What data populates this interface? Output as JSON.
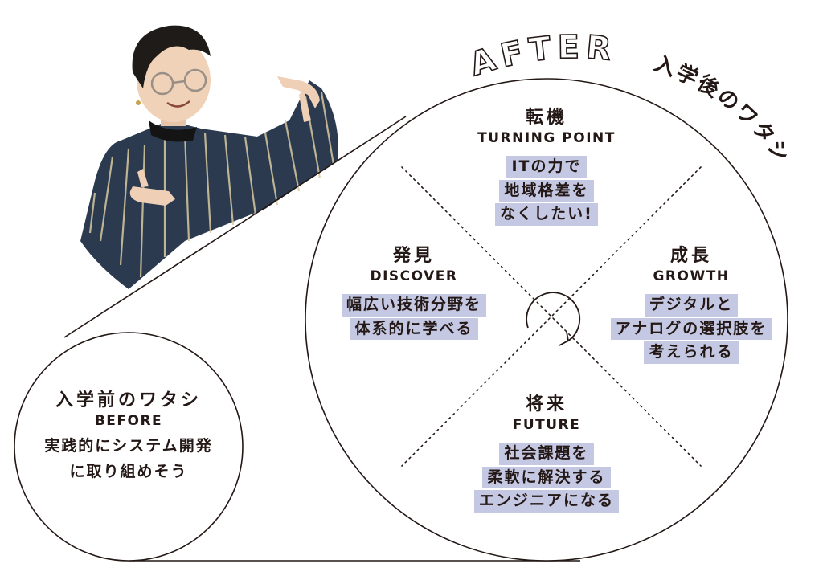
{
  "header": {
    "after_label": "AFTER",
    "after_title": "入学後のワタシ"
  },
  "before": {
    "title": "入学前のワタシ",
    "en": "BEFORE",
    "lines": [
      "実践的にシステム開発",
      "に取り組めそう"
    ]
  },
  "quadrants": {
    "top": {
      "title": "転機",
      "en": "TURNING POINT",
      "lines": [
        "ITの力で",
        "地域格差を",
        "なくしたい!"
      ]
    },
    "left": {
      "title": "発見",
      "en": "DISCOVER",
      "lines": [
        "幅広い技術分野を",
        "体系的に学べる"
      ]
    },
    "right": {
      "title": "成長",
      "en": "GROWTH",
      "lines": [
        "デジタルと",
        "アナログの選択肢を",
        "考えられる"
      ]
    },
    "bottom": {
      "title": "将来",
      "en": "FUTURE",
      "lines": [
        "社会課題を",
        "柔軟に解決する",
        "エンジニアになる"
      ]
    }
  },
  "colors": {
    "highlight": "#c5c8e2",
    "ink": "#231815",
    "shirt": "#2b3a4f",
    "hair": "#1f1b18"
  }
}
